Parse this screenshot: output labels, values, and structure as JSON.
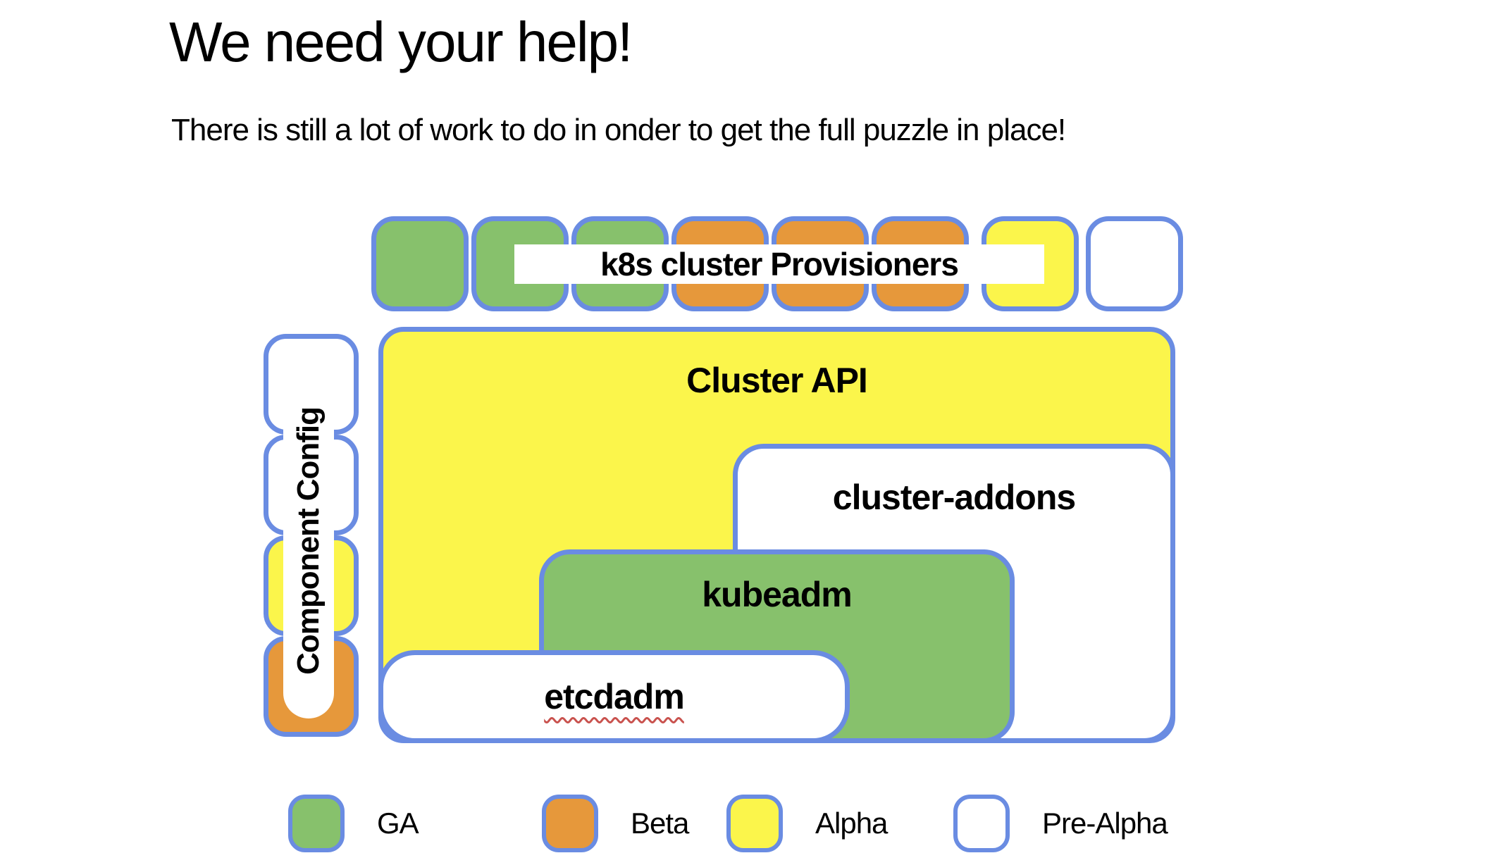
{
  "title": "We need your help!",
  "subtitle": "There is still a lot of work to do in onder to get the full puzzle in place!",
  "colors": {
    "ga": "#87C16C",
    "beta": "#E6983B",
    "alpha": "#FBF54B",
    "pre_alpha": "#FFFFFF",
    "border": "#6A8CE2",
    "spellcheck_squiggle": "#C9524E",
    "text": "#000000"
  },
  "puzzle": {
    "provisioners_label": "k8s cluster Provisioners",
    "provisioner_squares": [
      "ga",
      "ga",
      "ga",
      "beta",
      "beta",
      "beta",
      "alpha",
      "pre_alpha"
    ],
    "component_config": {
      "label": "Component Config",
      "squares": [
        "pre_alpha",
        "pre_alpha",
        "alpha",
        "beta"
      ]
    },
    "boxes": {
      "cluster_api": {
        "label": "Cluster API",
        "status": "alpha"
      },
      "cluster_addons": {
        "label": "cluster-addons",
        "status": "pre_alpha"
      },
      "kubeadm": {
        "label": "kubeadm",
        "status": "ga"
      },
      "etcdadm": {
        "label": "etcdadm",
        "status": "pre_alpha",
        "spellcheck_underline": true
      }
    }
  },
  "legend": [
    {
      "label": "GA",
      "status": "ga"
    },
    {
      "label": "Beta",
      "status": "beta"
    },
    {
      "label": "Alpha",
      "status": "alpha"
    },
    {
      "label": "Pre-Alpha",
      "status": "pre_alpha"
    }
  ]
}
